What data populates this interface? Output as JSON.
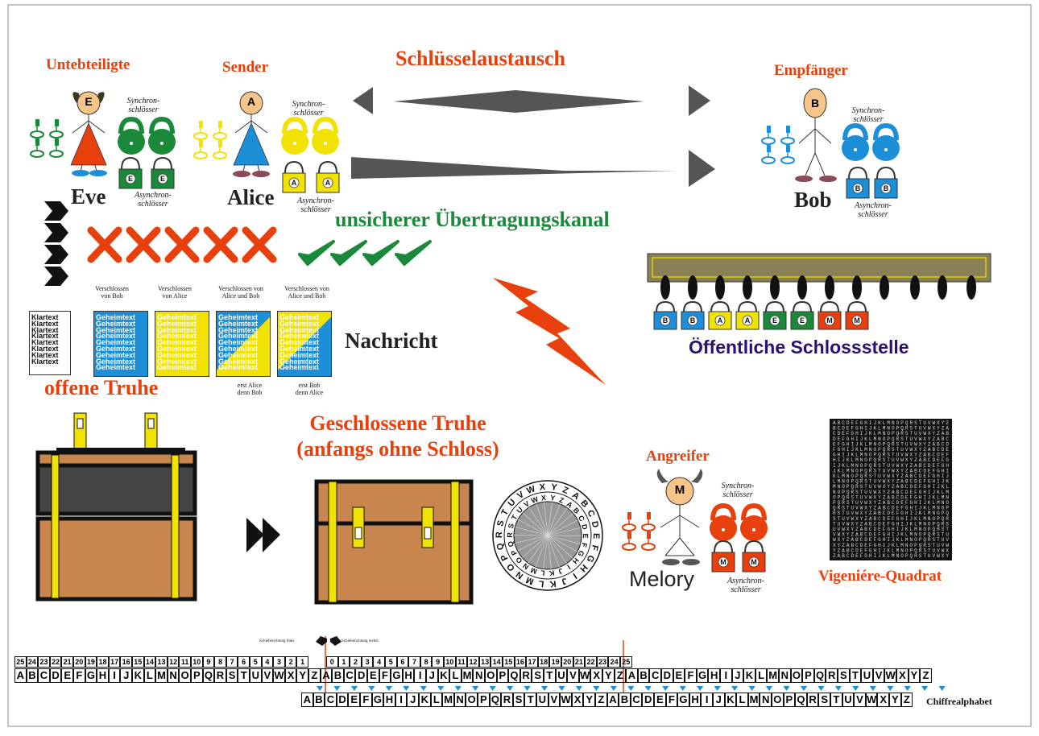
{
  "labels": {
    "bystanders": "Untebteiligte",
    "sender": "Sender",
    "key_exchange": "Schlüsselaustausch",
    "receiver": "Empfänger",
    "eve": "Eve",
    "alice": "Alice",
    "bob": "Bob",
    "unsafe_channel": "unsicherer Übertragungskanal",
    "public_lock_station": "Öffentliche Schlossstelle",
    "message": "Nachricht",
    "open_chest": "offene Truhe",
    "closed_chest_line1": "Geschlossene Truhe",
    "closed_chest_line2": "(anfangs ohne Schloss)",
    "attacker": "Angreifer",
    "melory": "Melory",
    "vigenere": "Vigeniére-Quadrat",
    "cipher_alphabet": "Chiffrealphabet",
    "sync_locks": "Synchron-schlösser",
    "async_locks": "Asynchron-schlösser",
    "shift_left": "Schieberichtung links",
    "shift_right": "Schieberichtung rechts"
  },
  "heads": {
    "eve": "E",
    "alice": "A",
    "bob": "B",
    "melory": "M"
  },
  "colors": {
    "eve": "#1a8a3a",
    "alice": "#f2e200",
    "bob": "#1c8fd8",
    "melory": "#e8400c",
    "title": "#e8400c",
    "channel": "#1a8a3a",
    "station": "#2a1070"
  },
  "documents": {
    "plain_word": "Klartext",
    "cipher_word": "Geheimtext",
    "locked_bob": "Verschlossen von Bob",
    "locked_alice": "Verschlossen von Alice",
    "locked_alice_bob": "Verschlossen von Alice und Bob",
    "first_alice_then_bob": "erst Alice denn Bob",
    "first_bob_then_alice": "erst Bob denn Alice"
  },
  "station_locks": [
    "B",
    "B",
    "A",
    "A",
    "E",
    "E",
    "M",
    "M"
  ],
  "cipher_wheel_letters": [
    "W",
    "X",
    "Y",
    "Z",
    "A",
    "B",
    "C",
    "D",
    "E",
    "F",
    "G",
    "H",
    "I",
    "J",
    "K",
    "L",
    "M",
    "N",
    "O",
    "P",
    "Q",
    "R",
    "S",
    "T",
    "U",
    "V"
  ],
  "alphabet": [
    "A",
    "B",
    "C",
    "D",
    "E",
    "F",
    "G",
    "H",
    "I",
    "J",
    "K",
    "L",
    "M",
    "N",
    "O",
    "P",
    "Q",
    "R",
    "S",
    "T",
    "U",
    "V",
    "W",
    "X",
    "Y",
    "Z"
  ],
  "shift_numbers_left": [
    "25",
    "24",
    "23",
    "22",
    "21",
    "20",
    "19",
    "18",
    "17",
    "16",
    "15",
    "14",
    "13",
    "12",
    "11",
    "10",
    "9",
    "8",
    "7",
    "6",
    "5",
    "4",
    "3",
    "2",
    "1"
  ],
  "shift_numbers_right": [
    "0",
    "1",
    "2",
    "3",
    "4",
    "5",
    "6",
    "7",
    "8",
    "9",
    "10",
    "11",
    "12",
    "13",
    "14",
    "15",
    "16",
    "17",
    "18",
    "19",
    "20",
    "21",
    "22",
    "23",
    "24",
    "25"
  ]
}
